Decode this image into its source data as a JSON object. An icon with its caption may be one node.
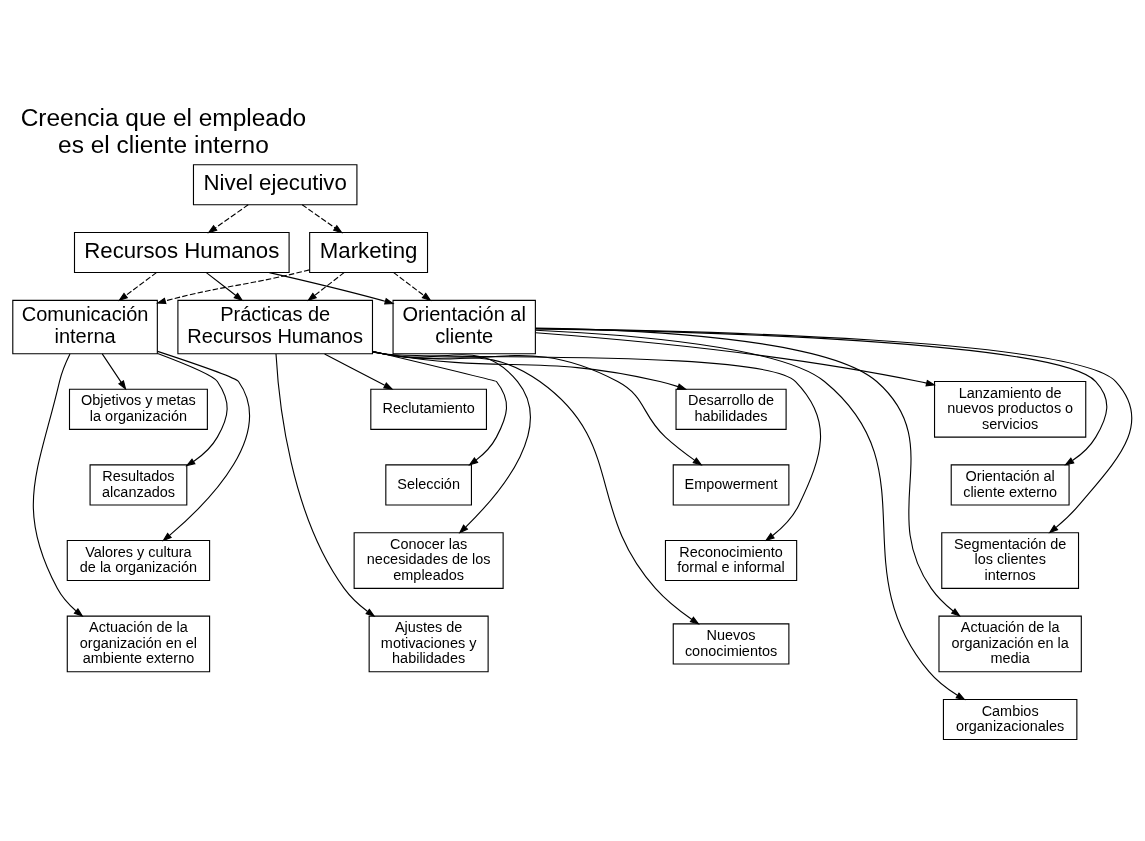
{
  "diagram": {
    "title": "Creencia que el empleado es el cliente interno",
    "nodes": [
      {
        "text": [
          "Nivel ejecutivo"
        ]
      },
      {
        "text": [
          "Recursos Humanos"
        ]
      },
      {
        "text": [
          "Marketing"
        ]
      },
      {
        "text": [
          "Comunicación interna"
        ]
      },
      {
        "text": [
          "Prácticas de Recursos Humanos"
        ]
      },
      {
        "text": [
          "Orientación al cliente"
        ]
      },
      {
        "text": [
          "Objetivos y metas la organización"
        ]
      },
      {
        "text": [
          "Resultados alcanzados"
        ]
      },
      {
        "text": [
          "Valores y cultura de la organización"
        ]
      },
      {
        "text": [
          "Actuación de la organización en el ambiente externo"
        ]
      },
      {
        "text": [
          "Desarrollo de habilidades"
        ]
      },
      {
        "text": [
          "Empowerment"
        ]
      },
      {
        "text": [
          "Reconocimiento formal e informal"
        ]
      },
      {
        "text": [
          "Nuevos conocimientos"
        ]
      },
      {
        "text": [
          "Reclutamiento"
        ]
      },
      {
        "text": [
          "Selección"
        ]
      },
      {
        "text": [
          "Conocer las necesidades de los empleados"
        ]
      },
      {
        "text": [
          "Ajustes de motivaciones y habilidades"
        ]
      },
      {
        "text": [
          "Lanzamiento de nuevos productos o servicios"
        ]
      },
      {
        "text": [
          "Orientación al cliente externo"
        ]
      },
      {
        "text": [
          "Segmentación de los clientes internos"
        ]
      },
      {
        "text": [
          "Actuación de la organización en la media"
        ]
      },
      {
        "text": [
          "Cambios organizacionales"
        ]
      }
    ],
    "edges": [
      {
        "from": 0,
        "to": 1,
        "arrow": "to",
        "style": "dashed"
      },
      {
        "from": 0,
        "to": 2,
        "arrow": "to",
        "style": "dashed"
      },
      {
        "from": 1,
        "to": 3,
        "arrow": "to",
        "style": "dashed"
      },
      {
        "from": 1,
        "to": 4,
        "arrow": "to"
      },
      {
        "from": 1,
        "to": 5,
        "arrow": "to"
      },
      {
        "from": 2,
        "to": 3,
        "arrow": "to",
        "style": "dashed"
      },
      {
        "from": 2,
        "to": 4,
        "arrow": "to",
        "style": "dashed"
      },
      {
        "from": 2,
        "to": 5,
        "arrow": "to",
        "style": "dashed"
      },
      {
        "from": 3,
        "to": 6,
        "arrow": "to"
      },
      {
        "from": 3,
        "to": 7,
        "arrow": "to"
      },
      {
        "from": 3,
        "to": 8,
        "arrow": "to"
      },
      {
        "from": 3,
        "to": 9,
        "arrow": "to"
      },
      {
        "from": 4,
        "to": 10,
        "arrow": "to"
      },
      {
        "from": 4,
        "to": 11,
        "arrow": "to"
      },
      {
        "from": 4,
        "to": 12,
        "arrow": "to"
      },
      {
        "from": 4,
        "to": 13,
        "arrow": "to"
      },
      {
        "from": 4,
        "to": 14,
        "arrow": "to"
      },
      {
        "from": 4,
        "to": 15,
        "arrow": "to"
      },
      {
        "from": 4,
        "to": 16,
        "arrow": "to"
      },
      {
        "from": 4,
        "to": 17,
        "arrow": "to"
      },
      {
        "from": 5,
        "to": 18,
        "arrow": "to"
      },
      {
        "from": 5,
        "to": 19,
        "arrow": "to"
      },
      {
        "from": 5,
        "to": 20,
        "arrow": "to"
      },
      {
        "from": 5,
        "to": 21,
        "arrow": "to"
      },
      {
        "from": 5,
        "to": 22,
        "arrow": "to"
      }
    ]
  }
}
